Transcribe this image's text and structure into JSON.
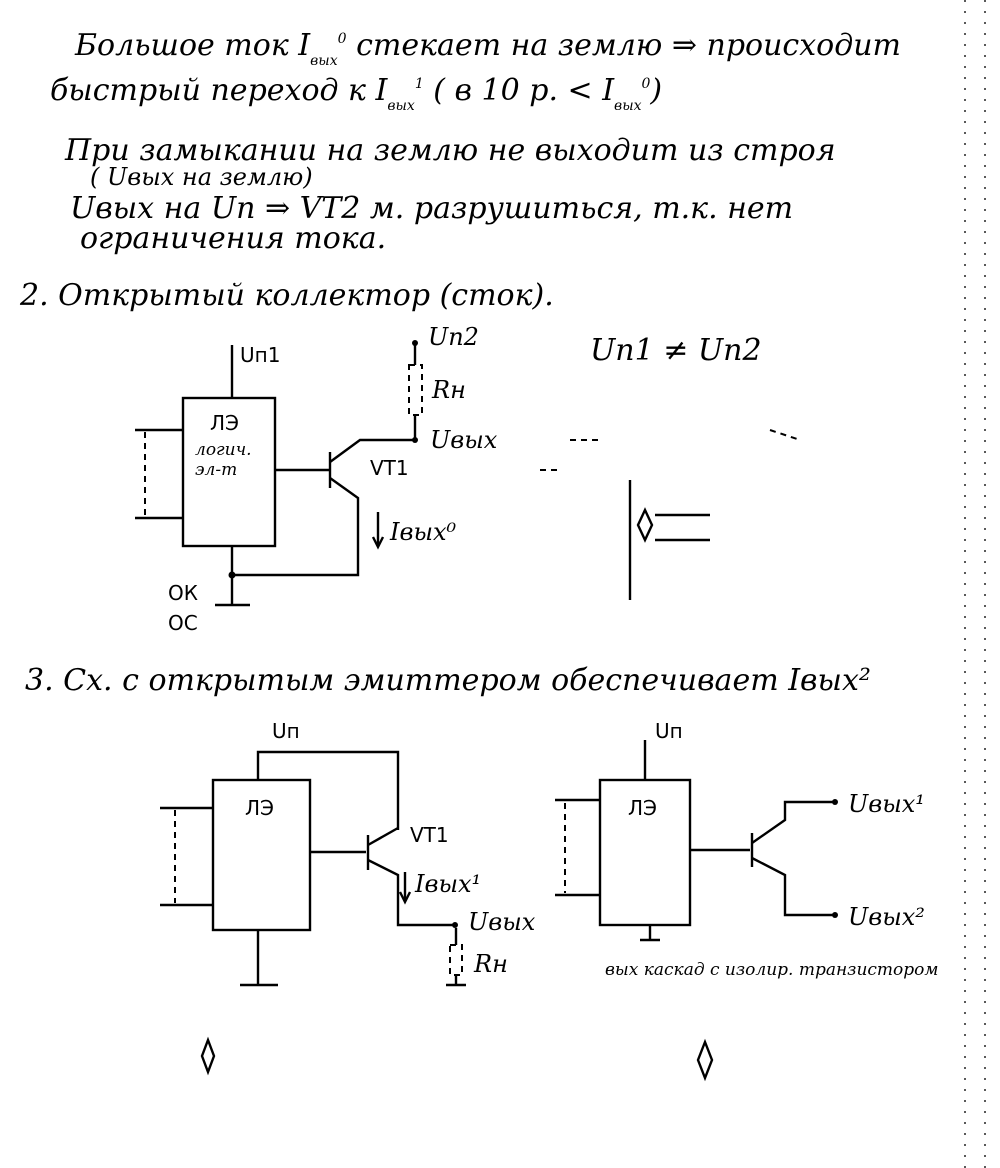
{
  "notes": {
    "line1": "Большое ток",
    "line1_i": "I",
    "line1_sub": "вых",
    "line1_sup": "0",
    "line1_rest": "стекает на землю ⇒ происходит",
    "line2": "быстрый переход к",
    "line2_i": "I",
    "line2_sub": "вых",
    "line2_sup": "1",
    "line2_rest": "( в 10 р. < I",
    "line2_sub2": "вых",
    "line2_sup2": "0",
    "line2_end": ")",
    "line3": "При замыкании на землю не выходит из строя",
    "line4": "( Uвых на землю)",
    "line5": "Uвых на Uп ⇒ VT2 м. разрушиться, т.к. нет",
    "line6": "ограничения тока."
  },
  "section2": {
    "heading": "2.  Открытый коллектор (сток).",
    "compare": "Uп1 ≠ Uп2",
    "vcc1": "Uп1",
    "vcc2": "Uп2",
    "block": "ЛЭ",
    "block_sub1": "логич.",
    "block_sub2": "эл-т",
    "transistor": "VT1",
    "resistor": "Rн",
    "output": "Uвых",
    "current": "Iвых⁰",
    "ok": "ОК",
    "oc": "ОС"
  },
  "section3": {
    "heading": "3.  Сх. с открытым эмиттером обеспечивает",
    "heading_i": "Iвых²",
    "left": {
      "vcc": "Uп",
      "block": "ЛЭ",
      "transistor": "VT1",
      "current": "Iвых¹",
      "output": "Uвых",
      "resistor": "Rн"
    },
    "right": {
      "vcc": "Uп",
      "block": "ЛЭ",
      "output1": "Uвых¹",
      "output2": "Uвых²",
      "caption": "вых каскад с изолир. транзистором"
    }
  }
}
